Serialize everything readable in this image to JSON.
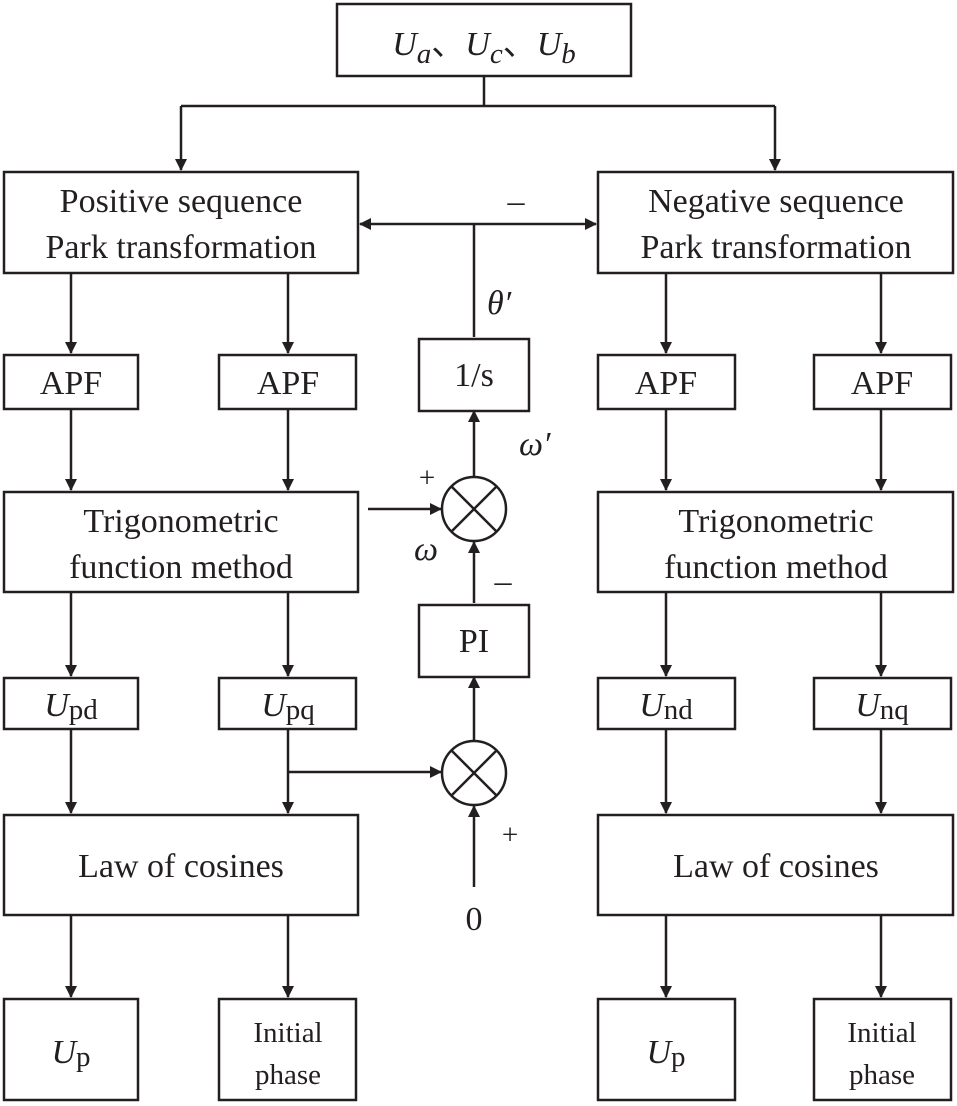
{
  "input": {
    "main_a": "U",
    "sub_a": "a",
    "sep1": "、",
    "main_c": "U",
    "sub_c": "c",
    "sep2": "、",
    "main_b": "U",
    "sub_b": "b"
  },
  "left": {
    "park": {
      "line1": "Positive sequence",
      "line2": "Park transformation"
    },
    "apf1": "APF",
    "apf2": "APF",
    "trig": {
      "line1": "Trigonometric",
      "line2": "function method"
    },
    "out_d": {
      "main": "U",
      "sub": "pd"
    },
    "out_q": {
      "main": "U",
      "sub": "pq"
    },
    "cos": "Law of cosines",
    "amp": {
      "main": "U",
      "sub": "p"
    },
    "phase": {
      "line1": "Initial",
      "line2": "phase"
    }
  },
  "right": {
    "park": {
      "line1": "Negative sequence",
      "line2": "Park transformation"
    },
    "apf1": "APF",
    "apf2": "APF",
    "trig": {
      "line1": "Trigonometric",
      "line2": "function method"
    },
    "out_d": {
      "main": "U",
      "sub": "nd"
    },
    "out_q": {
      "main": "U",
      "sub": "nq"
    },
    "cos": "Law of cosines",
    "amp": {
      "main": "U",
      "sub": "p"
    },
    "phase": {
      "line1": "Initial",
      "line2": "phase"
    }
  },
  "center": {
    "integrator": "1/s",
    "pi": "PI",
    "theta": "θ′",
    "omega_prime": "ω′",
    "omega": "ω",
    "zero": "0",
    "minus_top": "–",
    "plus_upper": "+",
    "minus_upper": "–",
    "plus_lower": "+"
  }
}
